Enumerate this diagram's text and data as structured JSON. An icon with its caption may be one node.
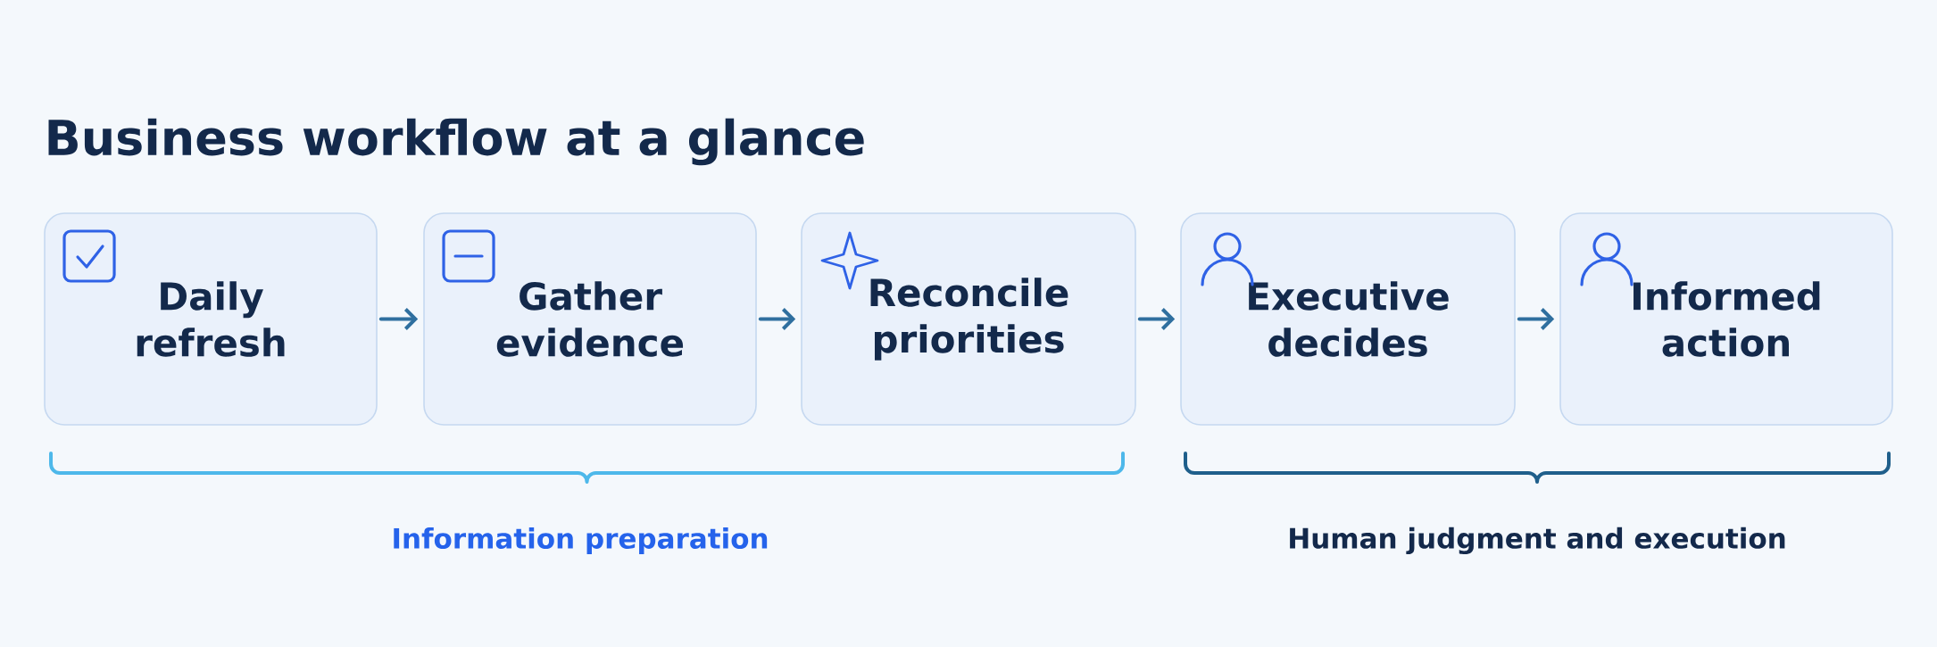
{
  "diagram": {
    "title": "Business workflow at a glance",
    "nodes": [
      {
        "text": [
          "Daily refresh"
        ]
      },
      {
        "text": [
          "Gather evidence"
        ]
      },
      {
        "text": [
          "Reconcile priorities"
        ]
      },
      {
        "text": [
          "Executive decides"
        ]
      },
      {
        "text": [
          "Informed action"
        ]
      }
    ],
    "edges": [
      {
        "from": 0,
        "to": 1,
        "arrow": "to"
      },
      {
        "from": 1,
        "to": 2,
        "arrow": "to"
      },
      {
        "from": 2,
        "to": 3,
        "arrow": "to"
      },
      {
        "from": 3,
        "to": 4,
        "arrow": "to"
      }
    ],
    "labels": [
      "Information preparation",
      "Human judgment and execution"
    ]
  }
}
